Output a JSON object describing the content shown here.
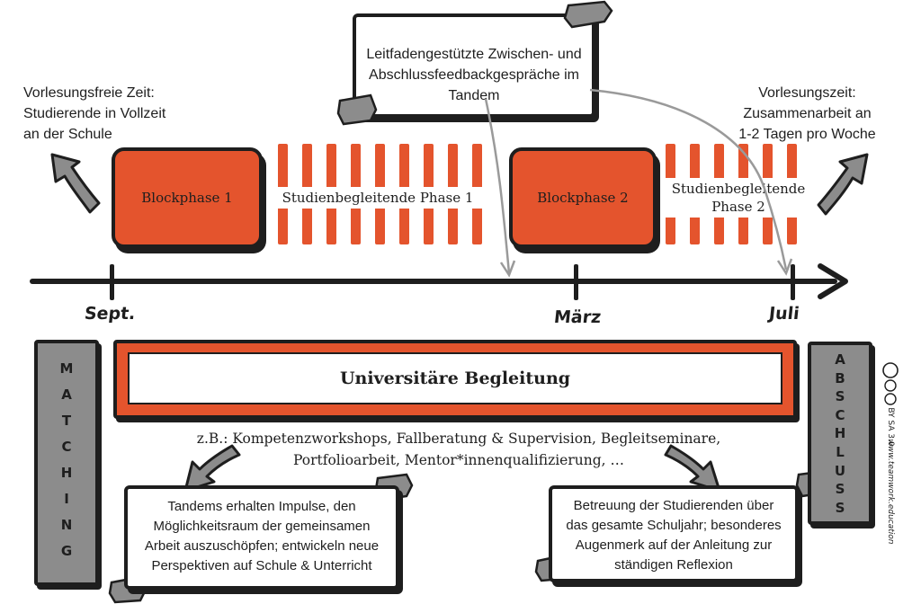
{
  "left_note": {
    "lines": [
      "Vorlesungsfreie Zeit:",
      "Studierende in Vollzeit",
      "an der Schule"
    ]
  },
  "right_note": {
    "lines": [
      "Vorlesungszeit:",
      "Zusammenarbeit an",
      "1-2 Tagen pro Woche"
    ]
  },
  "top_card": {
    "lines": [
      "Leitfadengestützte Zwischen- und",
      "Abschlussfeedbackgespräche im",
      "Tandem"
    ]
  },
  "phases": {
    "block1": "Blockphase 1",
    "study1": "Studienbegleitende Phase 1",
    "block2": "Blockphase 2",
    "study2_lines": [
      "Studienbegleitende",
      "Phase 2"
    ]
  },
  "timeline": {
    "months": [
      "Sept.",
      "März",
      "Juli"
    ]
  },
  "uni_bar": {
    "label": "Universitäre Begleitung"
  },
  "examples": {
    "lines": [
      "z.B.: Kompetenzworkshops, Fallberatung & Supervision, Begleitseminare,",
      "Portfolioarbeit, Mentor*innenqualifizierung, …"
    ]
  },
  "bottom_left_card": {
    "lines": [
      "Tandems erhalten Impulse, den",
      "Möglichkeitsraum der gemeinsamen",
      "Arbeit auszuschöpfen; entwickeln neue",
      "Perspektiven auf Schule & Unterricht"
    ]
  },
  "bottom_right_card": {
    "lines": [
      "Betreuung der Studierenden über",
      "das gesamte Schuljahr; besonderes",
      "Augenmerk auf der Anleitung zur",
      "ständigen Reflexion"
    ]
  },
  "matching": {
    "letters": [
      "M",
      "A",
      "T",
      "C",
      "H",
      "I",
      "N",
      "G"
    ]
  },
  "abschluss": {
    "letters": [
      "A",
      "B",
      "S",
      "C",
      "H",
      "L",
      "U",
      "S",
      "S"
    ]
  },
  "license": {
    "cc_text": "BY SA 3.0",
    "credit": "www.teamwork.education"
  },
  "colors": {
    "orange": "#e4542d",
    "ink": "#1e1e1e",
    "gray": "#8c8c8c",
    "arrow_gray": "#9a9a9a"
  }
}
